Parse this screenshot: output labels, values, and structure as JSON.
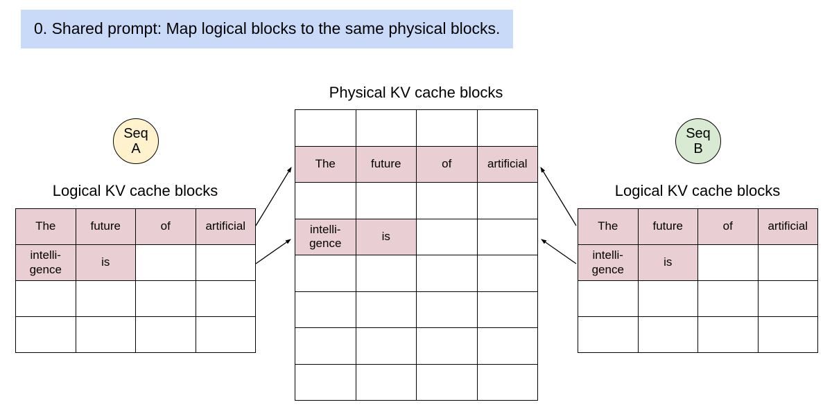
{
  "title": "0. Shared prompt: Map logical blocks to the same physical blocks.",
  "colors": {
    "title_bg": "#c9daf8",
    "cell_highlight": "#e9ced3",
    "seq_a_bg": "#fff2cc",
    "seq_b_bg": "#d9ead3"
  },
  "physical_table": {
    "label": "Physical KV cache blocks",
    "rows": [
      [
        "",
        "",
        "",
        ""
      ],
      [
        "The",
        "future",
        "of",
        "artificial"
      ],
      [
        "",
        "",
        "",
        ""
      ],
      [
        "intelli-\ngence",
        "is",
        "",
        ""
      ],
      [
        "",
        "",
        "",
        ""
      ],
      [
        "",
        "",
        "",
        ""
      ],
      [
        "",
        "",
        "",
        ""
      ],
      [
        "",
        "",
        "",
        ""
      ]
    ]
  },
  "seq_a": {
    "badge": "Seq\nA",
    "label": "Logical KV cache blocks",
    "rows": [
      [
        "The",
        "future",
        "of",
        "artificial"
      ],
      [
        "intelli-\ngence",
        "is",
        "",
        ""
      ],
      [
        "",
        "",
        "",
        ""
      ],
      [
        "",
        "",
        "",
        ""
      ]
    ]
  },
  "seq_b": {
    "badge": "Seq\nB",
    "label": "Logical KV cache blocks",
    "rows": [
      [
        "The",
        "future",
        "of",
        "artificial"
      ],
      [
        "intelli-\ngence",
        "is",
        "",
        ""
      ],
      [
        "",
        "",
        "",
        ""
      ],
      [
        "",
        "",
        "",
        ""
      ]
    ]
  }
}
